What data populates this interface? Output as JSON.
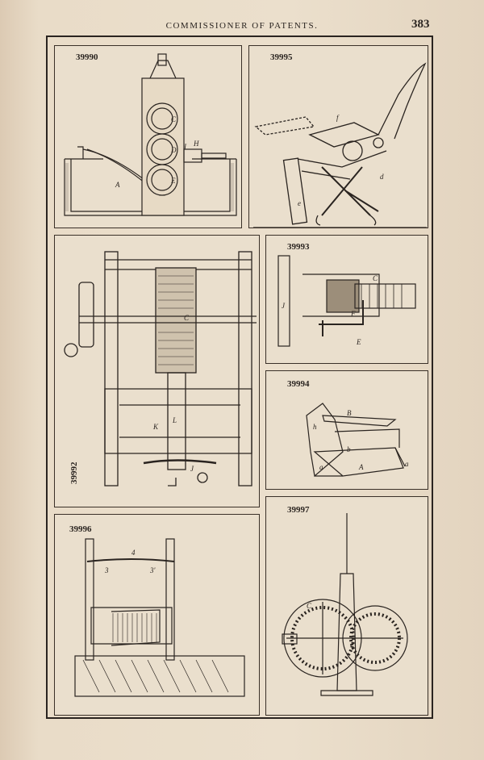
{
  "header": {
    "title": "COMMISSIONER OF PATENTS.",
    "page_number": "383"
  },
  "figures": [
    {
      "number": "39990",
      "letters": [
        "A",
        "C",
        "D",
        "E",
        "H",
        "I"
      ]
    },
    {
      "number": "39995",
      "letters": [
        "f",
        "d",
        "e"
      ]
    },
    {
      "number": "39992",
      "letters": [
        "C",
        "K",
        "L",
        "J"
      ]
    },
    {
      "number": "39993",
      "letters": [
        "C",
        "E",
        "F",
        "J"
      ]
    },
    {
      "number": "39994",
      "letters": [
        "B",
        "h",
        "b",
        "a",
        "A"
      ]
    },
    {
      "number": "39996",
      "letters": [
        "4",
        "3",
        "3'"
      ]
    },
    {
      "number": "39997",
      "letters": [
        "C"
      ]
    }
  ]
}
